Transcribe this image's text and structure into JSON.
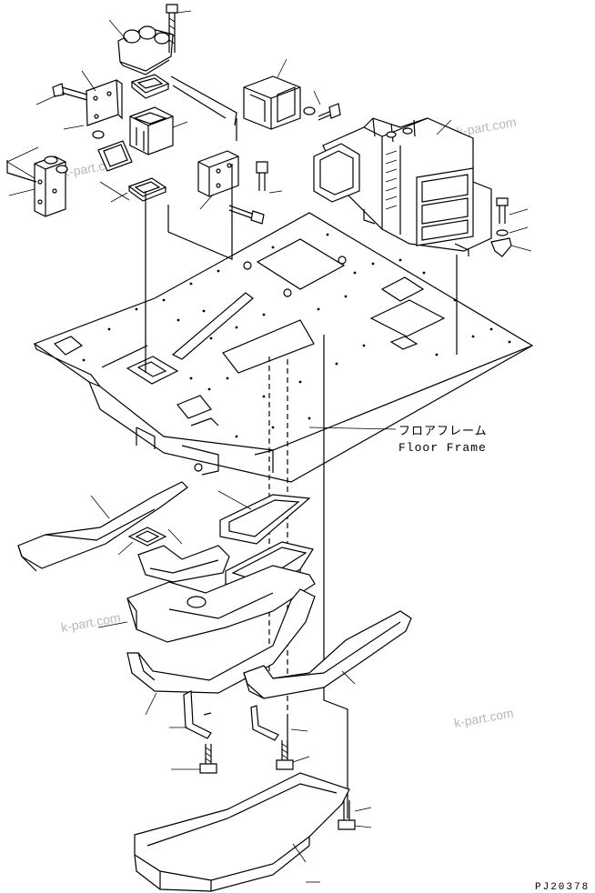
{
  "labels": {
    "floor_frame_jp": "フロアフレーム",
    "floor_frame_en": "Floor Frame"
  },
  "watermarks": [
    "k-part.com",
    "k-part.com",
    "k-part.com",
    "k-part.com"
  ],
  "drawing_code": "PJ20378",
  "colors": {
    "line": "#000000",
    "watermark": "#b8b8b8",
    "background": "#ffffff"
  }
}
